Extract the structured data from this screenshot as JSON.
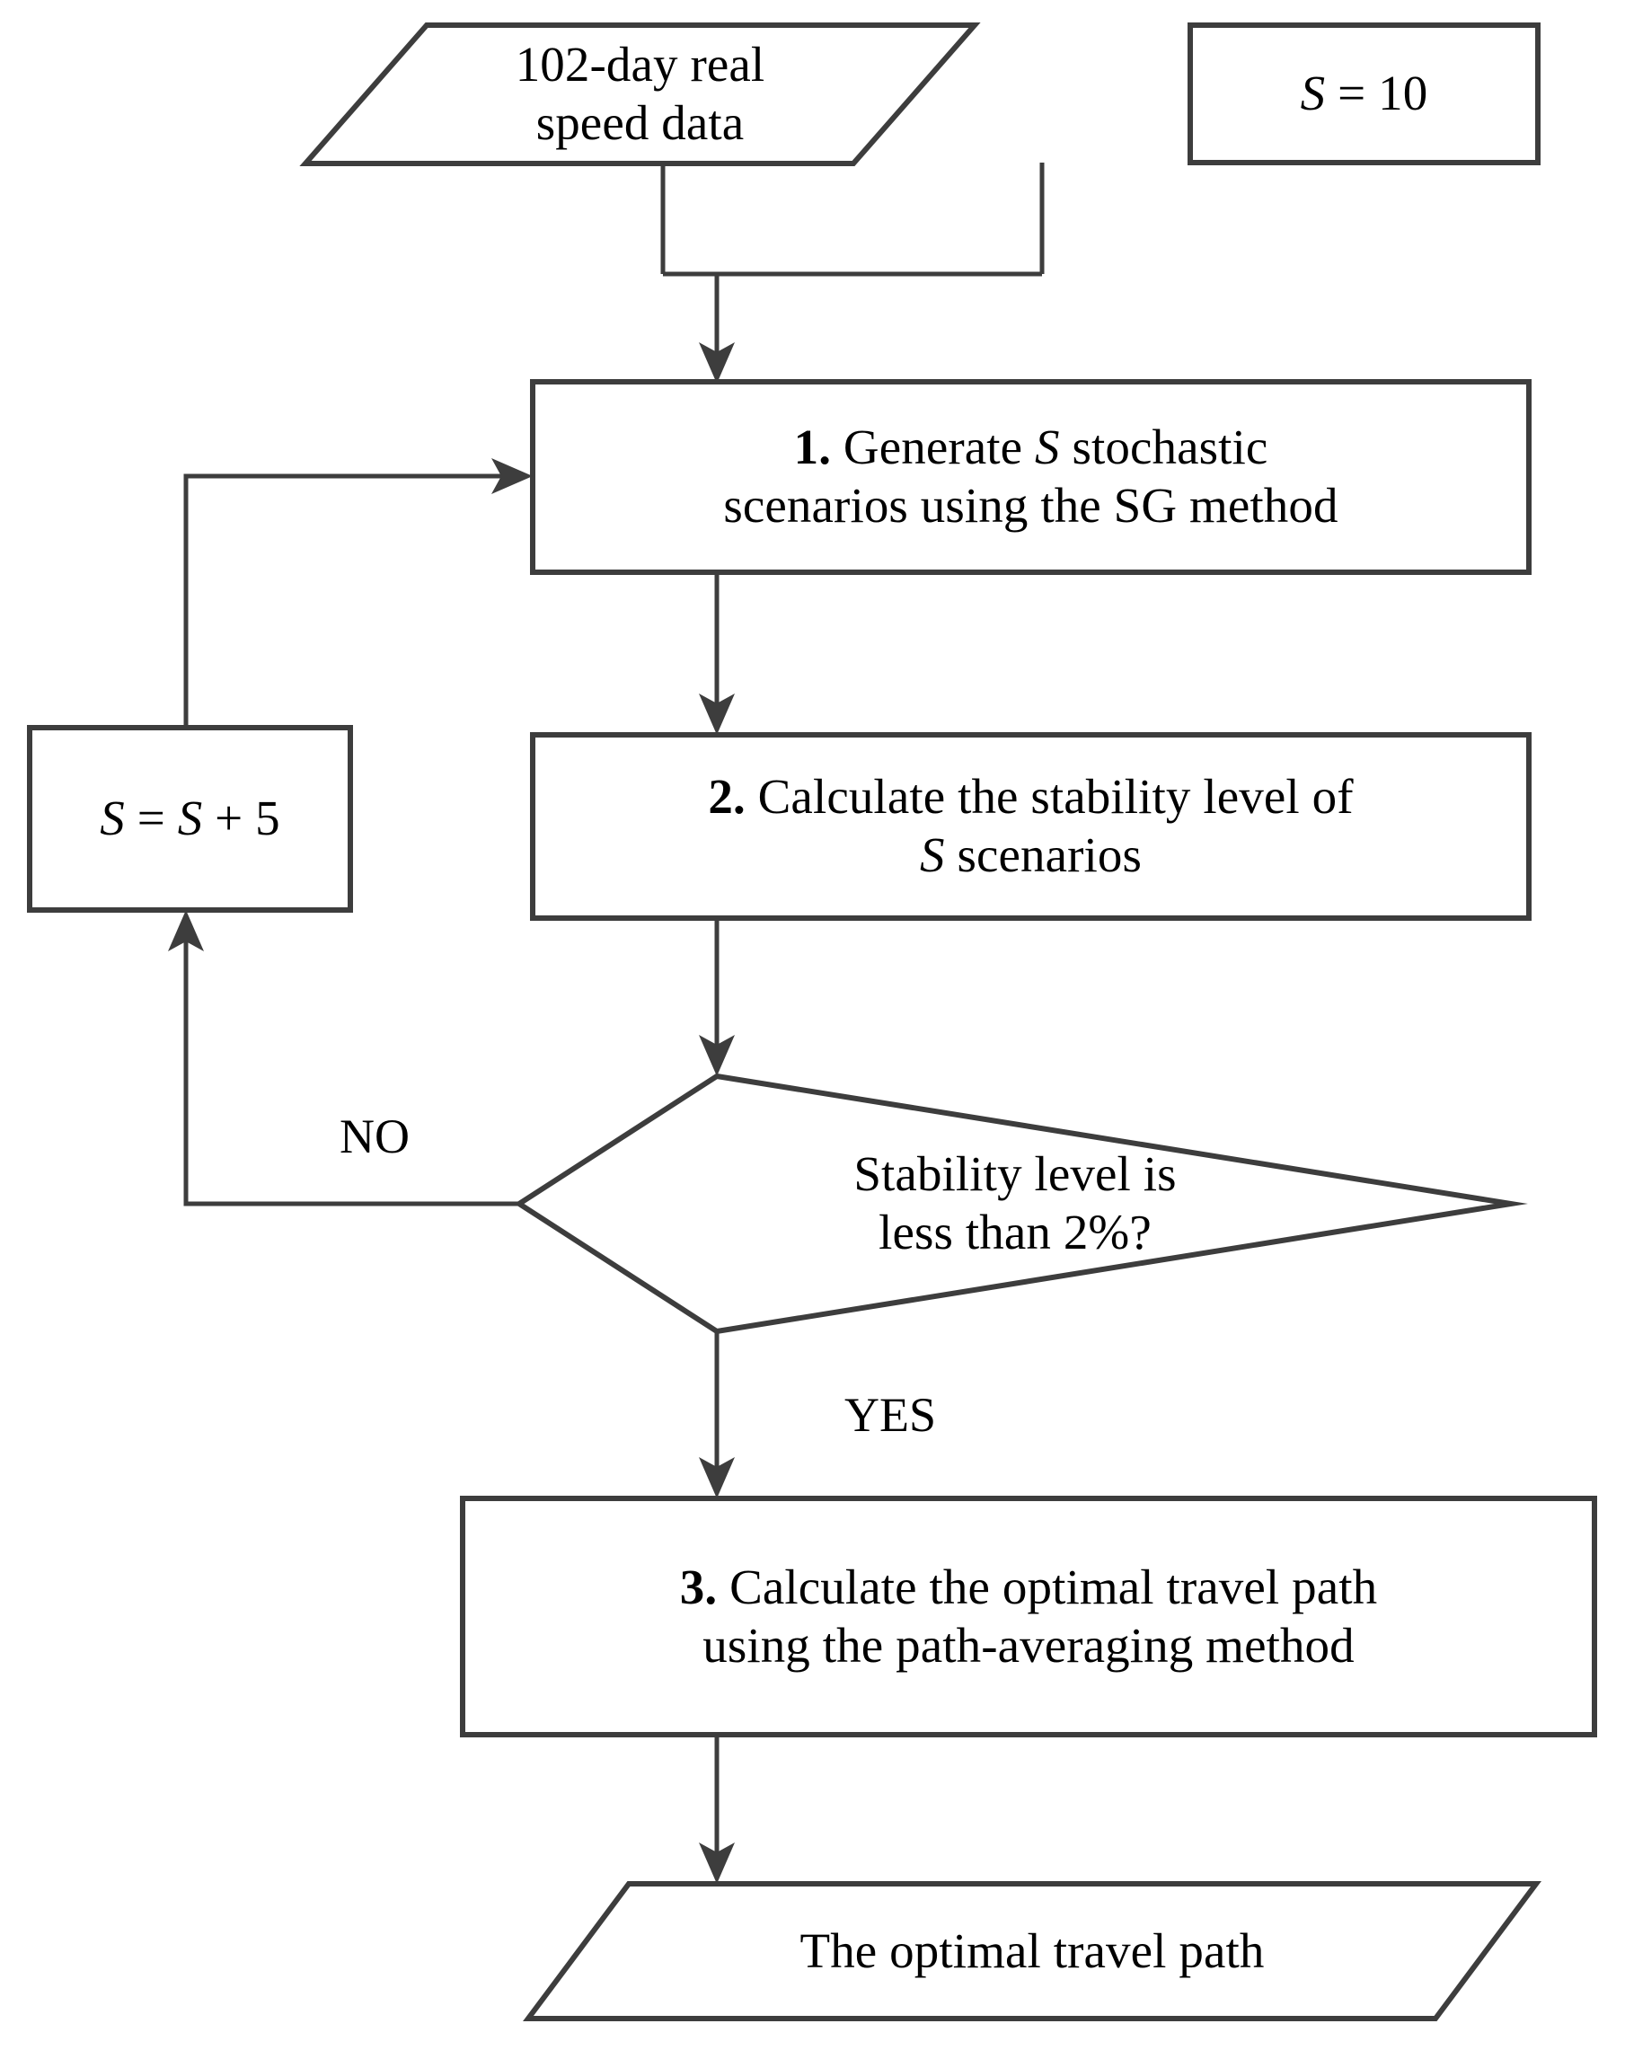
{
  "diagram": {
    "title": "Stochastic scenario generation and optimal travel path flowchart",
    "type": "flowchart",
    "colors": {
      "stroke": "#3d3d3d",
      "text": "#000000",
      "background": "#ffffff"
    },
    "nodes": {
      "input_data": {
        "shape": "parallelogram",
        "role": "input",
        "line1": "102-day real",
        "line2": "speed data"
      },
      "init_s": {
        "shape": "rectangle",
        "role": "initialization",
        "var": "S",
        "eq": " = 10",
        "full": "S = 10"
      },
      "step1": {
        "shape": "rectangle",
        "role": "process",
        "number": "1.",
        "text_a": " Generate ",
        "var": "S",
        "text_b": " stochastic",
        "line2": "scenarios using the SG method",
        "full": "1. Generate S stochastic scenarios using the SG method"
      },
      "step2": {
        "shape": "rectangle",
        "role": "process",
        "number": "2.",
        "text_a": " Calculate the stability level of",
        "var": "S",
        "text_b": " scenarios",
        "full": "2. Calculate the stability level of S scenarios"
      },
      "decision": {
        "shape": "diamond",
        "role": "decision",
        "line1": "Stability level is",
        "line2": "less than 2%?",
        "full": "Stability level is less than 2%?"
      },
      "increment_s": {
        "shape": "rectangle",
        "role": "process",
        "var1": "S",
        "mid": " = ",
        "var2": "S",
        "tail": " + 5",
        "full": "S = S + 5"
      },
      "step3": {
        "shape": "rectangle",
        "role": "process",
        "number": "3.",
        "text_a": " Calculate the optimal travel path",
        "line2": "using the path-averaging method",
        "full": "3. Calculate the optimal travel path using the path-averaging method"
      },
      "output": {
        "shape": "parallelogram",
        "role": "output",
        "text": "The optimal travel path"
      }
    },
    "edge_labels": {
      "no": "NO",
      "yes": "YES"
    }
  }
}
